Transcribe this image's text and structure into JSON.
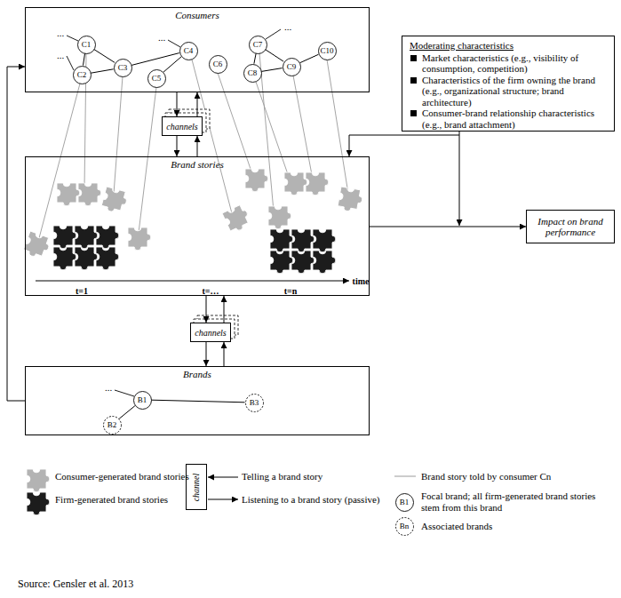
{
  "diagram": {
    "caption": "Source: Gensler et al. 2013",
    "nodes": [
      {
        "text": [
          "Consumers"
        ]
      },
      {
        "text": [
          "C1"
        ],
        "in": 0
      },
      {
        "text": [
          "C2"
        ],
        "in": 0
      },
      {
        "text": [
          "C3"
        ],
        "in": 0
      },
      {
        "text": [
          "C4"
        ],
        "in": 0
      },
      {
        "text": [
          "C5"
        ],
        "in": 0
      },
      {
        "text": [
          "C6"
        ],
        "in": 0
      },
      {
        "text": [
          "C7"
        ],
        "in": 0
      },
      {
        "text": [
          "C8"
        ],
        "in": 0
      },
      {
        "text": [
          "C9"
        ],
        "in": 0
      },
      {
        "text": [
          "C10"
        ],
        "in": 0
      },
      {
        "text": [
          "channels"
        ]
      },
      {
        "text": [
          "Brand stories"
        ]
      },
      {
        "text": [
          "channels"
        ]
      },
      {
        "text": [
          "Brands"
        ]
      },
      {
        "text": [
          "B1"
        ],
        "in": 14
      },
      {
        "text": [
          "B2"
        ],
        "in": 14
      },
      {
        "text": [
          "B3"
        ],
        "in": 14
      },
      {
        "text": [
          "Moderating characteristics",
          "Market characteristics (e.g., visibility of consumption, competition)",
          "Characteristics of the firm owning the brand (e.g., organizational structure; brand architecture)",
          "Consumer-brand relationship characteristics (e.g., brand attachment)"
        ]
      },
      {
        "text": [
          "Impact on brand performance"
        ]
      },
      {
        "text": [
          "channel"
        ]
      },
      {
        "text": [
          "B1"
        ]
      },
      {
        "text": [
          "Bn"
        ]
      }
    ],
    "edges": [
      {
        "from": 1,
        "to": 2,
        "arrow": "none"
      },
      {
        "from": 1,
        "to": 3,
        "arrow": "none"
      },
      {
        "from": 2,
        "to": 3,
        "arrow": "none"
      },
      {
        "from": 3,
        "to": 4,
        "arrow": "none"
      },
      {
        "from": 4,
        "to": 5,
        "arrow": "none"
      },
      {
        "from": 7,
        "to": 8,
        "arrow": "none"
      },
      {
        "from": 7,
        "to": 9,
        "arrow": "none"
      },
      {
        "from": 8,
        "to": 9,
        "arrow": "none"
      },
      {
        "from": 9,
        "to": 10,
        "arrow": "none"
      },
      {
        "from": 0,
        "to": 11,
        "arrow": "to"
      },
      {
        "from": 11,
        "to": 12,
        "arrow": "to"
      },
      {
        "from": 12,
        "to": 11,
        "arrow": "to"
      },
      {
        "from": 11,
        "to": 0,
        "arrow": "to"
      },
      {
        "from": 12,
        "to": 13,
        "arrow": "to"
      },
      {
        "from": 13,
        "to": 14,
        "arrow": "to"
      },
      {
        "from": 14,
        "to": 13,
        "arrow": "to"
      },
      {
        "from": 13,
        "to": 12,
        "arrow": "to"
      },
      {
        "from": 14,
        "to": 0,
        "arrow": "to"
      },
      {
        "from": 18,
        "to": 12,
        "arrow": "to"
      },
      {
        "from": 12,
        "to": 19,
        "arrow": "to"
      },
      {
        "from": 15,
        "to": 16,
        "arrow": "none"
      },
      {
        "from": 15,
        "to": 17,
        "arrow": "none"
      }
    ],
    "labels": [
      "...",
      "...",
      "...",
      "...",
      "t=1",
      "t=…",
      "t=n",
      "time",
      "..."
    ],
    "legend": [
      {
        "text": "Consumer-generated brand stories"
      },
      {
        "text": "Firm-generated brand stories"
      },
      {
        "text": "Telling a brand story"
      },
      {
        "text": "Listening to a brand story (passive)"
      },
      {
        "text": "Brand story told by consumer Cn"
      },
      {
        "text": "Focal brand; all firm-generated brand stories stem from this brand"
      },
      {
        "text": "Associated brands"
      }
    ]
  }
}
